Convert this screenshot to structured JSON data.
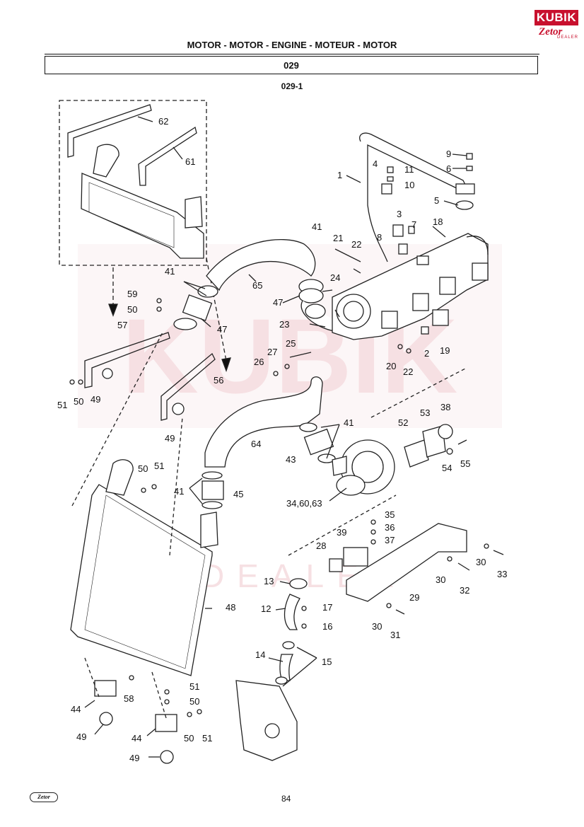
{
  "logo": {
    "line1": "KUBIK",
    "line2": "Zetor",
    "line3": "DEALER"
  },
  "header": {
    "title": "MOTOR - MOTOR - ENGINE - MOTEUR - MOTOR",
    "group": "029",
    "subgroup": "029-1"
  },
  "watermark": {
    "text": "KUBIK",
    "sub": "DEALER",
    "color": "#e8b7bd"
  },
  "callouts": {
    "c1": "1",
    "c2": "2",
    "c3": "3",
    "c4": "4",
    "c5": "5",
    "c6": "6",
    "c7": "7",
    "c8": "8",
    "c9": "9",
    "c10": "10",
    "c11": "11",
    "c12": "12",
    "c13": "13",
    "c14": "14",
    "c15": "15",
    "c16": "16",
    "c17": "17",
    "c18": "18",
    "c19": "19",
    "c20": "20",
    "c21": "21",
    "c22": "22",
    "c23": "23",
    "c24": "24",
    "c25": "25",
    "c26": "26",
    "c27": "27",
    "c28": "28",
    "c29": "29",
    "c30": "30",
    "c31": "31",
    "c32": "32",
    "c33": "33",
    "c35": "35",
    "c36": "36",
    "c37": "37",
    "c38": "38",
    "c39": "39",
    "c41": "41",
    "c43": "43",
    "c44": "44",
    "c45": "45",
    "c47": "47",
    "c48": "48",
    "c49": "49",
    "c50": "50",
    "c51": "51",
    "c52": "52",
    "c53": "53",
    "c54": "54",
    "c55": "55",
    "c56": "56",
    "c57": "57",
    "c58": "58",
    "c59": "59",
    "c61": "61",
    "c62": "62",
    "c64": "64",
    "c65": "65",
    "c346063": "34,60,63"
  },
  "footer": {
    "logo": "Zetor",
    "page": "84"
  }
}
